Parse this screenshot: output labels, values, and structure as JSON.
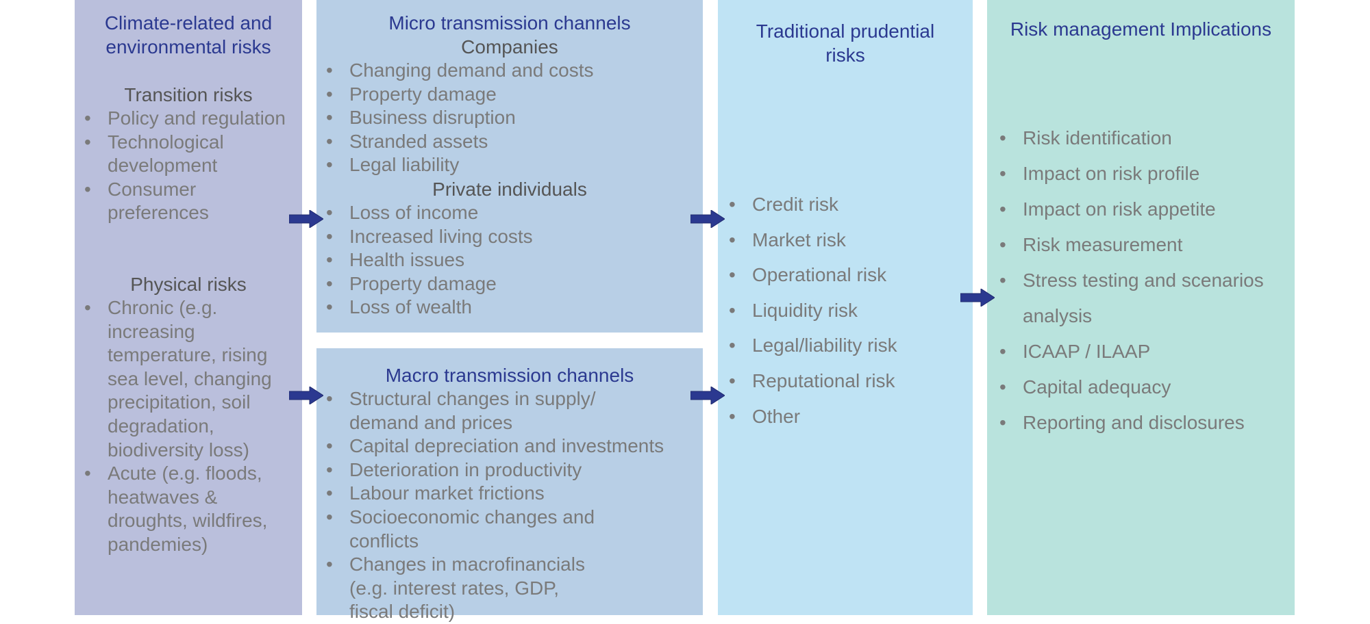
{
  "climate_panel": {
    "title": "Climate-related and environmental risks",
    "transition_heading": "Transition risks",
    "transition_items": [
      "Policy and regulation",
      "Technological development",
      "Consumer preferences"
    ],
    "physical_heading": "Physical risks",
    "physical_items": [
      "Chronic (e.g. increasing temperature, rising sea level, changing precipitation, soil degradation, biodiversity loss)",
      "Acute (e.g. floods, heatwaves & droughts, wildfires, pandemies)"
    ]
  },
  "micro_panel": {
    "title": "Micro transmission channels",
    "companies_heading": "Companies",
    "companies_items": [
      "Changing demand and costs",
      "Property damage",
      "Business disruption",
      "Stranded assets",
      "Legal liability"
    ],
    "individuals_heading": "Private individuals",
    "individuals_items": [
      "Loss of income",
      "Increased living costs",
      "Health issues",
      "Property damage",
      "Loss of wealth"
    ]
  },
  "macro_panel": {
    "title": "Macro transmission channels",
    "items": [
      "Structural changes in supply/ demand and prices",
      "Capital depreciation and investments",
      "Deterioration in productivity",
      "Labour market frictions",
      "Socioeconomic changes and conflicts",
      "Changes in macrofinancials (e.g. interest rates, GDP, fiscal deficit)"
    ]
  },
  "prudential_panel": {
    "title": "Traditional prudential risks",
    "items": [
      "Credit risk",
      "Market risk",
      "Operational risk",
      "Liquidity risk",
      "Legal/liability risk",
      "Reputational risk",
      "Other"
    ]
  },
  "implications_panel": {
    "title": "Risk management Implications",
    "items": [
      "Risk identification",
      "Impact on risk profile",
      "Impact on risk appetite",
      "Risk measurement",
      "Stress testing and scenarios analysis",
      "ICAAP / ILAAP",
      "Capital adequacy",
      "Reporting and disclosures"
    ]
  },
  "colors": {
    "title_blue": "#2b3990",
    "arrow_fill": "#2b3990",
    "climate_bg": "#babfdc",
    "channels_bg": "#b8cfe6",
    "prudential_bg": "#bfe3f4",
    "implications_bg": "#b9e3dd"
  }
}
